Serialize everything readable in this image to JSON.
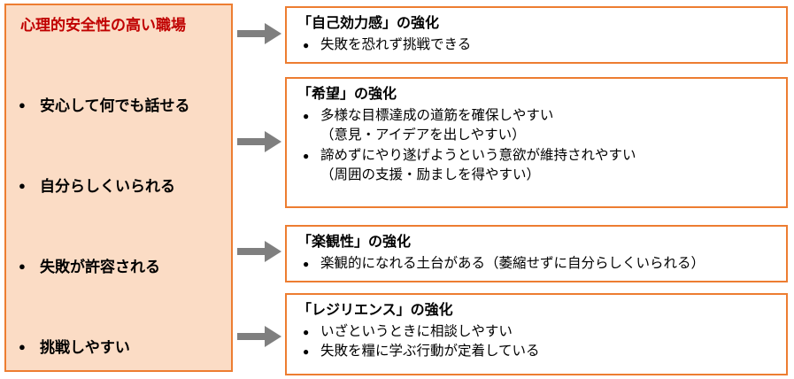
{
  "colors": {
    "left_fill": "#fbdcc5",
    "border_orange": "#ed7d31",
    "title_red": "#c00000",
    "arrow_gray": "#7f7f7f"
  },
  "icons": {
    "bullet": "●"
  },
  "left_panel": {
    "title": "心理的安全性の高い職場",
    "items": [
      {
        "label": "安心して何でも話せる"
      },
      {
        "label": "自分らしくいられる"
      },
      {
        "label": "失敗が許容される"
      },
      {
        "label": "挑戦しやすい"
      }
    ]
  },
  "right_boxes": [
    {
      "title": "「自己効力感」の強化",
      "bullets": [
        {
          "text": "失敗を恐れず挑戦できる"
        }
      ]
    },
    {
      "title": "「希望」の強化",
      "bullets": [
        {
          "text": "多様な目標達成の道筋を確保しやすい",
          "sub": "（意見・アイデアを出しやすい）"
        },
        {
          "text": "諦めずにやり遂げようという意欲が維持されやすい",
          "sub": "（周囲の支援・励ましを得やすい）"
        }
      ]
    },
    {
      "title": "「楽観性」の強化",
      "bullets": [
        {
          "text": "楽観的になれる土台がある（萎縮せずに自分らしくいられる）"
        }
      ]
    },
    {
      "title": "「レジリエンス」の強化",
      "bullets": [
        {
          "text": "いざというときに相談しやすい"
        },
        {
          "text": "失敗を糧に学ぶ行動が定着している"
        }
      ]
    }
  ]
}
